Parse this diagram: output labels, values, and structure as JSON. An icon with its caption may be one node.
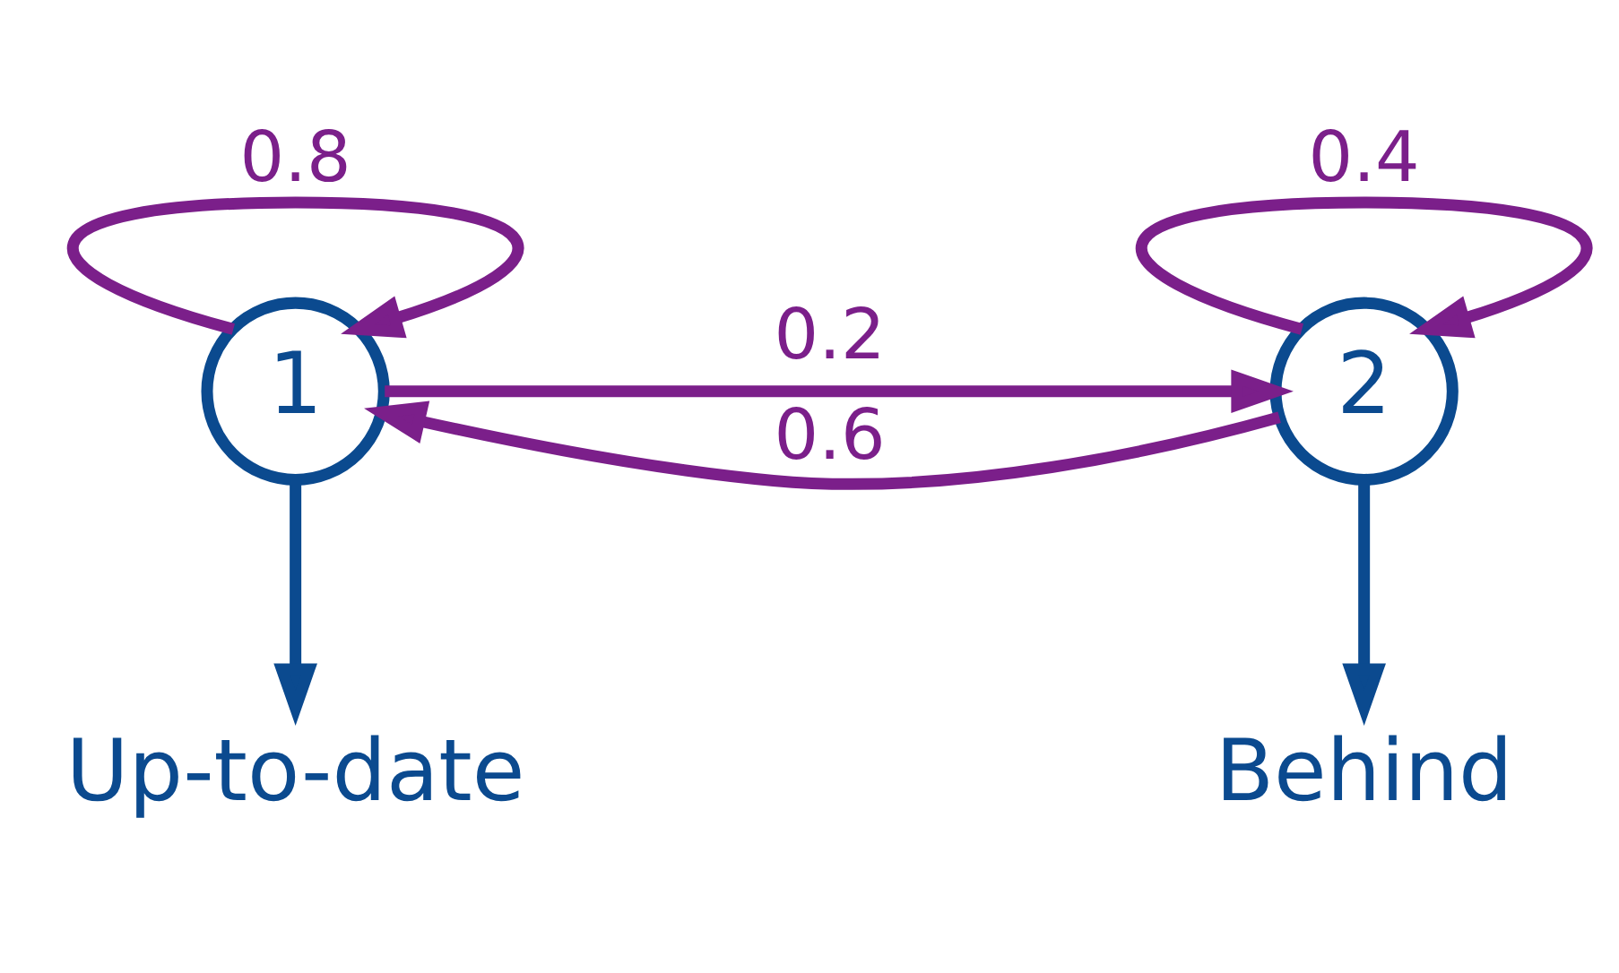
{
  "diagram": {
    "nodes": [
      {
        "text": [
          "1"
        ]
      },
      {
        "text": [
          "2"
        ]
      },
      {
        "text": [
          "Up-to-date"
        ]
      },
      {
        "text": [
          "Behind"
        ]
      }
    ],
    "edges": [
      {
        "from": 0,
        "to": 0,
        "arrow": "to",
        "label": "0.8"
      },
      {
        "from": 0,
        "to": 1,
        "arrow": "to",
        "label": "0.2"
      },
      {
        "from": 1,
        "to": 1,
        "arrow": "to",
        "label": "0.4"
      },
      {
        "from": 1,
        "to": 0,
        "arrow": "to",
        "label": "0.6"
      },
      {
        "from": 0,
        "to": 2,
        "arrow": "to",
        "color": "#0b4a8f"
      },
      {
        "from": 1,
        "to": 3,
        "arrow": "to",
        "color": "#0b4a8f"
      }
    ]
  }
}
